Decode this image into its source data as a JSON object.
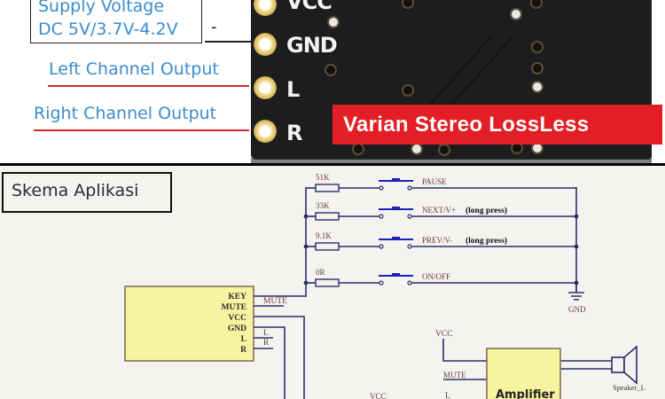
{
  "module_photo": {
    "supply_label_line1": "Supply Voltage",
    "supply_label_line2": "DC 5V/3.7V-4.2V",
    "supply_minus": "-",
    "left_output_label": "Left Channel Output",
    "right_output_label": "Right Channel Output",
    "pins": [
      {
        "label": "VCC"
      },
      {
        "label": "GND"
      },
      {
        "label": "L"
      },
      {
        "label": "R"
      }
    ],
    "banner_text": "Varian Stereo LossLess",
    "colors": {
      "label_blue": "#3b8ccc",
      "underline_red": "#d02a2a",
      "banner_red": "#e31e24",
      "pcb": "#1c1d1f"
    }
  },
  "schematic": {
    "title": "Skema Aplikasi",
    "key_buttons": [
      {
        "resistor": "51K",
        "label": "PAUSE",
        "note": ""
      },
      {
        "resistor": "33K",
        "label": "NEXT/V+",
        "note": "(long press)"
      },
      {
        "resistor": "9.1K",
        "label": "PREV/V-",
        "note": "(long press)"
      },
      {
        "resistor": "0R",
        "label": "ON/OFF",
        "note": ""
      }
    ],
    "ground_label": "GND",
    "module_pins": [
      "KEY",
      "MUTE",
      "VCC",
      "GND",
      "L",
      "R"
    ],
    "net_labels": {
      "mute": "MUTE",
      "l": "L",
      "r": "R"
    },
    "amplifier": {
      "label": "Amplifier",
      "vcc_label": "VCC",
      "mute_label": "MUTE",
      "l_label": "L"
    },
    "left_vcc_label": "VCC",
    "speaker_label": "Speaker_L",
    "colors": {
      "wire": "#2b2e6e",
      "net_text": "#6b3a3a",
      "component_fill": "#f7f3a0",
      "component_stroke": "#7a6a4a",
      "switch_blue": "#1a22b8",
      "background": "#f5f3ef"
    }
  }
}
